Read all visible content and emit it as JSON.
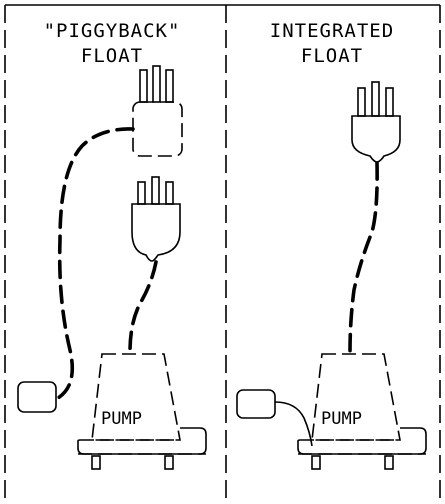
{
  "panels": [
    {
      "id": "piggyback",
      "title_line1": "\"PIGGYBACK\"",
      "title_line2": "FLOAT",
      "pump_label": "PUMP"
    },
    {
      "id": "integrated",
      "title_line1": "INTEGRATED",
      "title_line2": "FLOAT",
      "pump_label": "PUMP"
    }
  ]
}
